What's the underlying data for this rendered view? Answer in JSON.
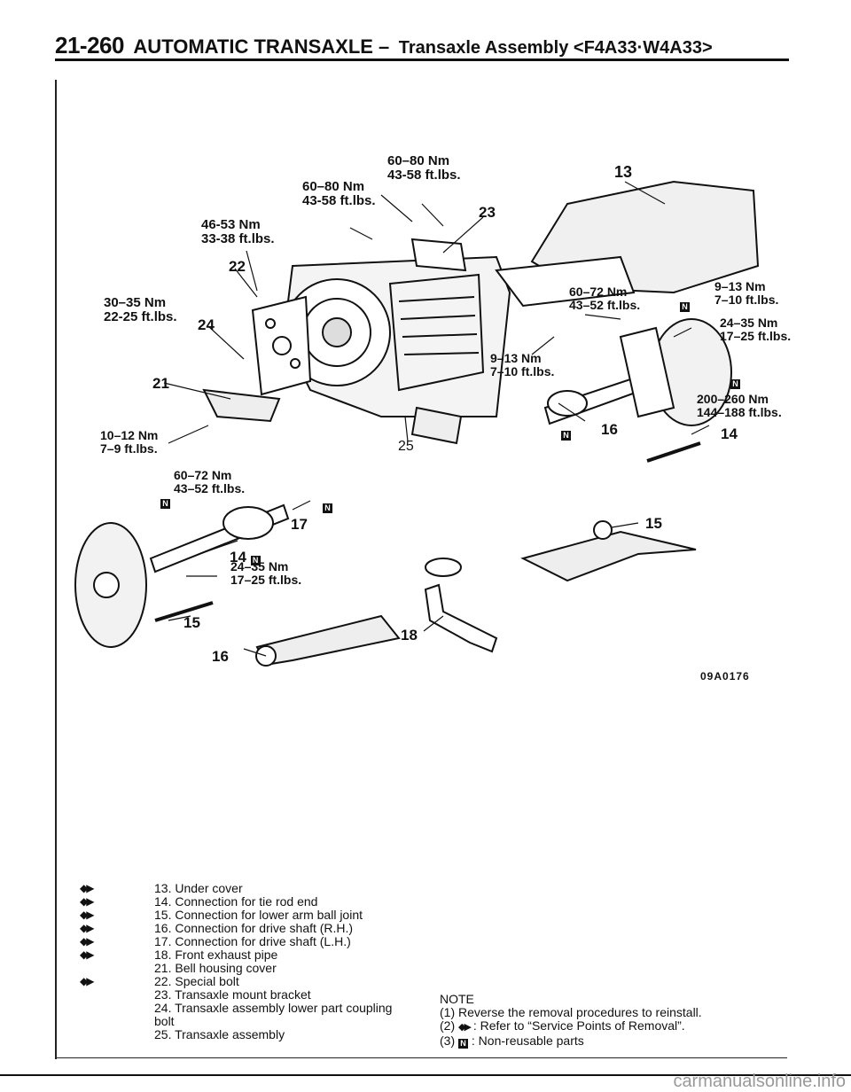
{
  "header": {
    "code": "21-260",
    "title": "AUTOMATIC TRANSAXLE –",
    "subtitle": "Transaxle Assembly <F4A33·W4A33>"
  },
  "diagram": {
    "figure_id": "09A0176",
    "torque_labels": [
      {
        "nm": "60–80 Nm",
        "ftlbs": "43-58 ft.lbs."
      },
      {
        "nm": "60–80 Nm",
        "ftlbs": "43-58 ft.lbs."
      },
      {
        "nm": "46-53 Nm",
        "ftlbs": "33-38 ft.lbs."
      },
      {
        "nm": "30–35 Nm",
        "ftlbs": "22-25 ft.lbs."
      },
      {
        "nm": "10–12 Nm",
        "ftlbs": "7–9 ft.lbs."
      },
      {
        "nm": "60–72 Nm",
        "ftlbs": "43–52 ft.lbs."
      },
      {
        "nm": "24–35 Nm",
        "ftlbs": "17–25 ft.lbs."
      },
      {
        "nm": "60–72 Nm",
        "ftlbs": "43–52 ft.lbs."
      },
      {
        "nm": "9–13 Nm",
        "ftlbs": "7–10 ft.lbs."
      },
      {
        "nm": "9–13 Nm",
        "ftlbs": "7–10 ft.lbs."
      },
      {
        "nm": "24–35 Nm",
        "ftlbs": "17–25 ft.lbs."
      },
      {
        "nm": "200–260 Nm",
        "ftlbs": "144–188 ft.lbs."
      }
    ],
    "callouts": [
      "13",
      "23",
      "22",
      "24",
      "21",
      "25",
      "17",
      "14",
      "15",
      "16",
      "18",
      "16",
      "15",
      "14"
    ]
  },
  "legend": [
    {
      "marker": "◆▶",
      "text": "13. Under cover"
    },
    {
      "marker": "◆▶",
      "text": "14. Connection for tie rod end"
    },
    {
      "marker": "◆▶",
      "text": "15. Connection for lower arm ball joint"
    },
    {
      "marker": "◆▶",
      "text": "16. Connection for drive shaft (R.H.)"
    },
    {
      "marker": "◆▶",
      "text": "17. Connection for drive shaft (L.H.)"
    },
    {
      "marker": "◆▶",
      "text": "18. Front exhaust pipe"
    },
    {
      "marker": "",
      "text": "21. Bell housing cover"
    },
    {
      "marker": "◆▶",
      "text": "22. Special bolt"
    },
    {
      "marker": "",
      "text": "23. Transaxle mount bracket"
    },
    {
      "marker": "",
      "text": "24. Transaxle assembly lower part coupling bolt"
    },
    {
      "marker": "",
      "text": "25. Transaxle assembly"
    }
  ],
  "note": {
    "title": "NOTE",
    "line1": "(1) Reverse the removal procedures to reinstall.",
    "line2_prefix": "(2)",
    "line2_marker": "◆▶",
    "line2_text": ": Refer to “Service Points of Removal”.",
    "line3_prefix": "(3)",
    "line3_marker": "N",
    "line3_text": ": Non-reusable parts"
  },
  "footer": {
    "watermark": "carmanualsonline.info"
  }
}
